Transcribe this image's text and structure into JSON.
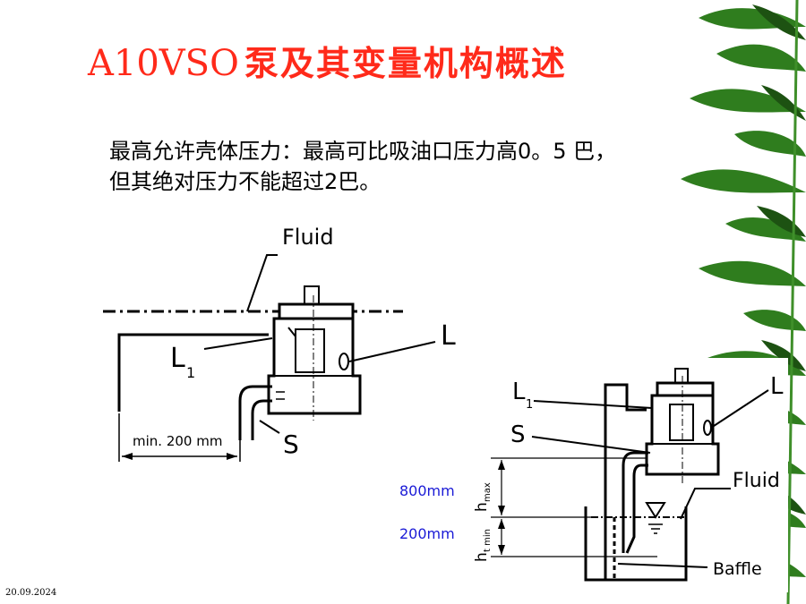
{
  "slide": {
    "title_latin": "A10VSO",
    "title_cjk": "泵及其变量机构概述",
    "body_line1": "最高允许壳体压力：最高可比吸油口压力高0。5 巴，",
    "body_line2": "但其绝对压力不能超过2巴。",
    "date": "20.09.2024"
  },
  "diagram_left": {
    "fluid": "Fluid",
    "L": "L",
    "L1_main": "L",
    "L1_sub": "1",
    "S": "S",
    "min_dist": "min. 200 mm"
  },
  "diagram_right": {
    "L1_main": "L",
    "L1_sub": "1",
    "L": "L",
    "S": "S",
    "fluid": "Fluid",
    "baffle": "Baffle",
    "hmax_main": "h",
    "hmax_sub": "max",
    "htmin_main": "h",
    "htmin_sub": "t min",
    "dim_800": "800mm",
    "dim_200": "200mm"
  },
  "colors": {
    "title": "#ff2a1a",
    "dimension_text": "#1a1ad6",
    "bamboo_leaf": "#2f7d1e",
    "bamboo_dark": "#1d5212"
  }
}
